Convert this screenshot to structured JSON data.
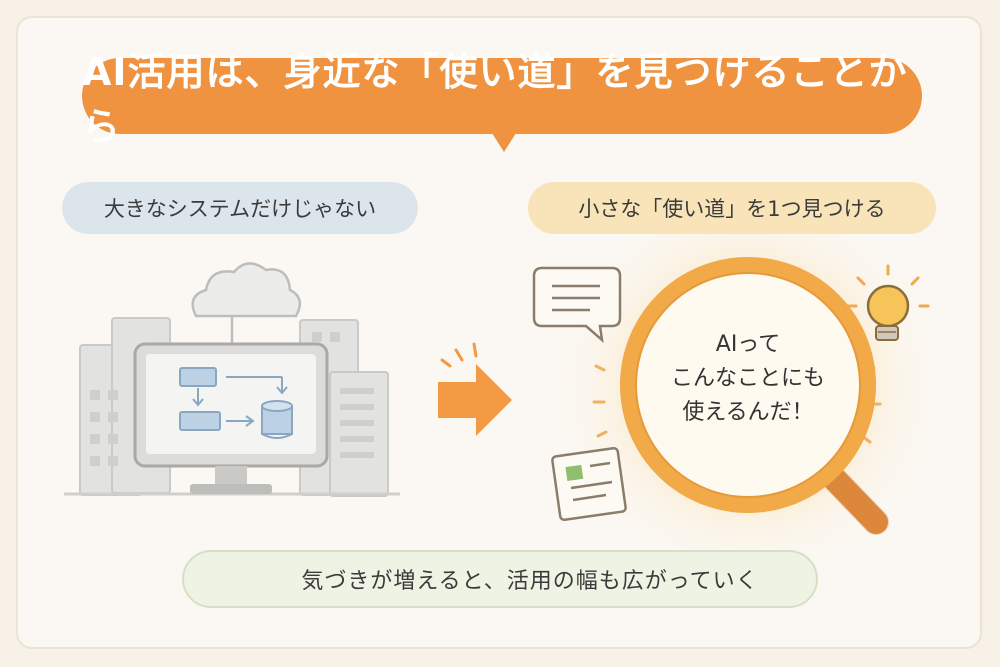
{
  "title": "AI活用は、身近な「使い道」を見つけることから",
  "left_label": "大きなシステムだけじゃない",
  "right_label": "小さな「使い道」を1つ見つける",
  "lens_lines": [
    "AIって",
    "こんなことにも",
    "使えるんだ！"
  ],
  "bottom_message": "気づきが増えると、活用の幅も広がっていく",
  "colors": {
    "accent": "#ef9340",
    "left_pill": "#dde5ec",
    "right_pill": "#f8e4b8",
    "bottom_pill": "#eef3e4"
  },
  "icons": [
    "cloud-icon",
    "building-icon",
    "monitor-icon",
    "flowchart-icon",
    "database-icon",
    "arrow-right-icon",
    "speech-bubble-icon",
    "magnifying-glass-icon",
    "lightbulb-icon",
    "document-icon",
    "sprout-icon"
  ]
}
